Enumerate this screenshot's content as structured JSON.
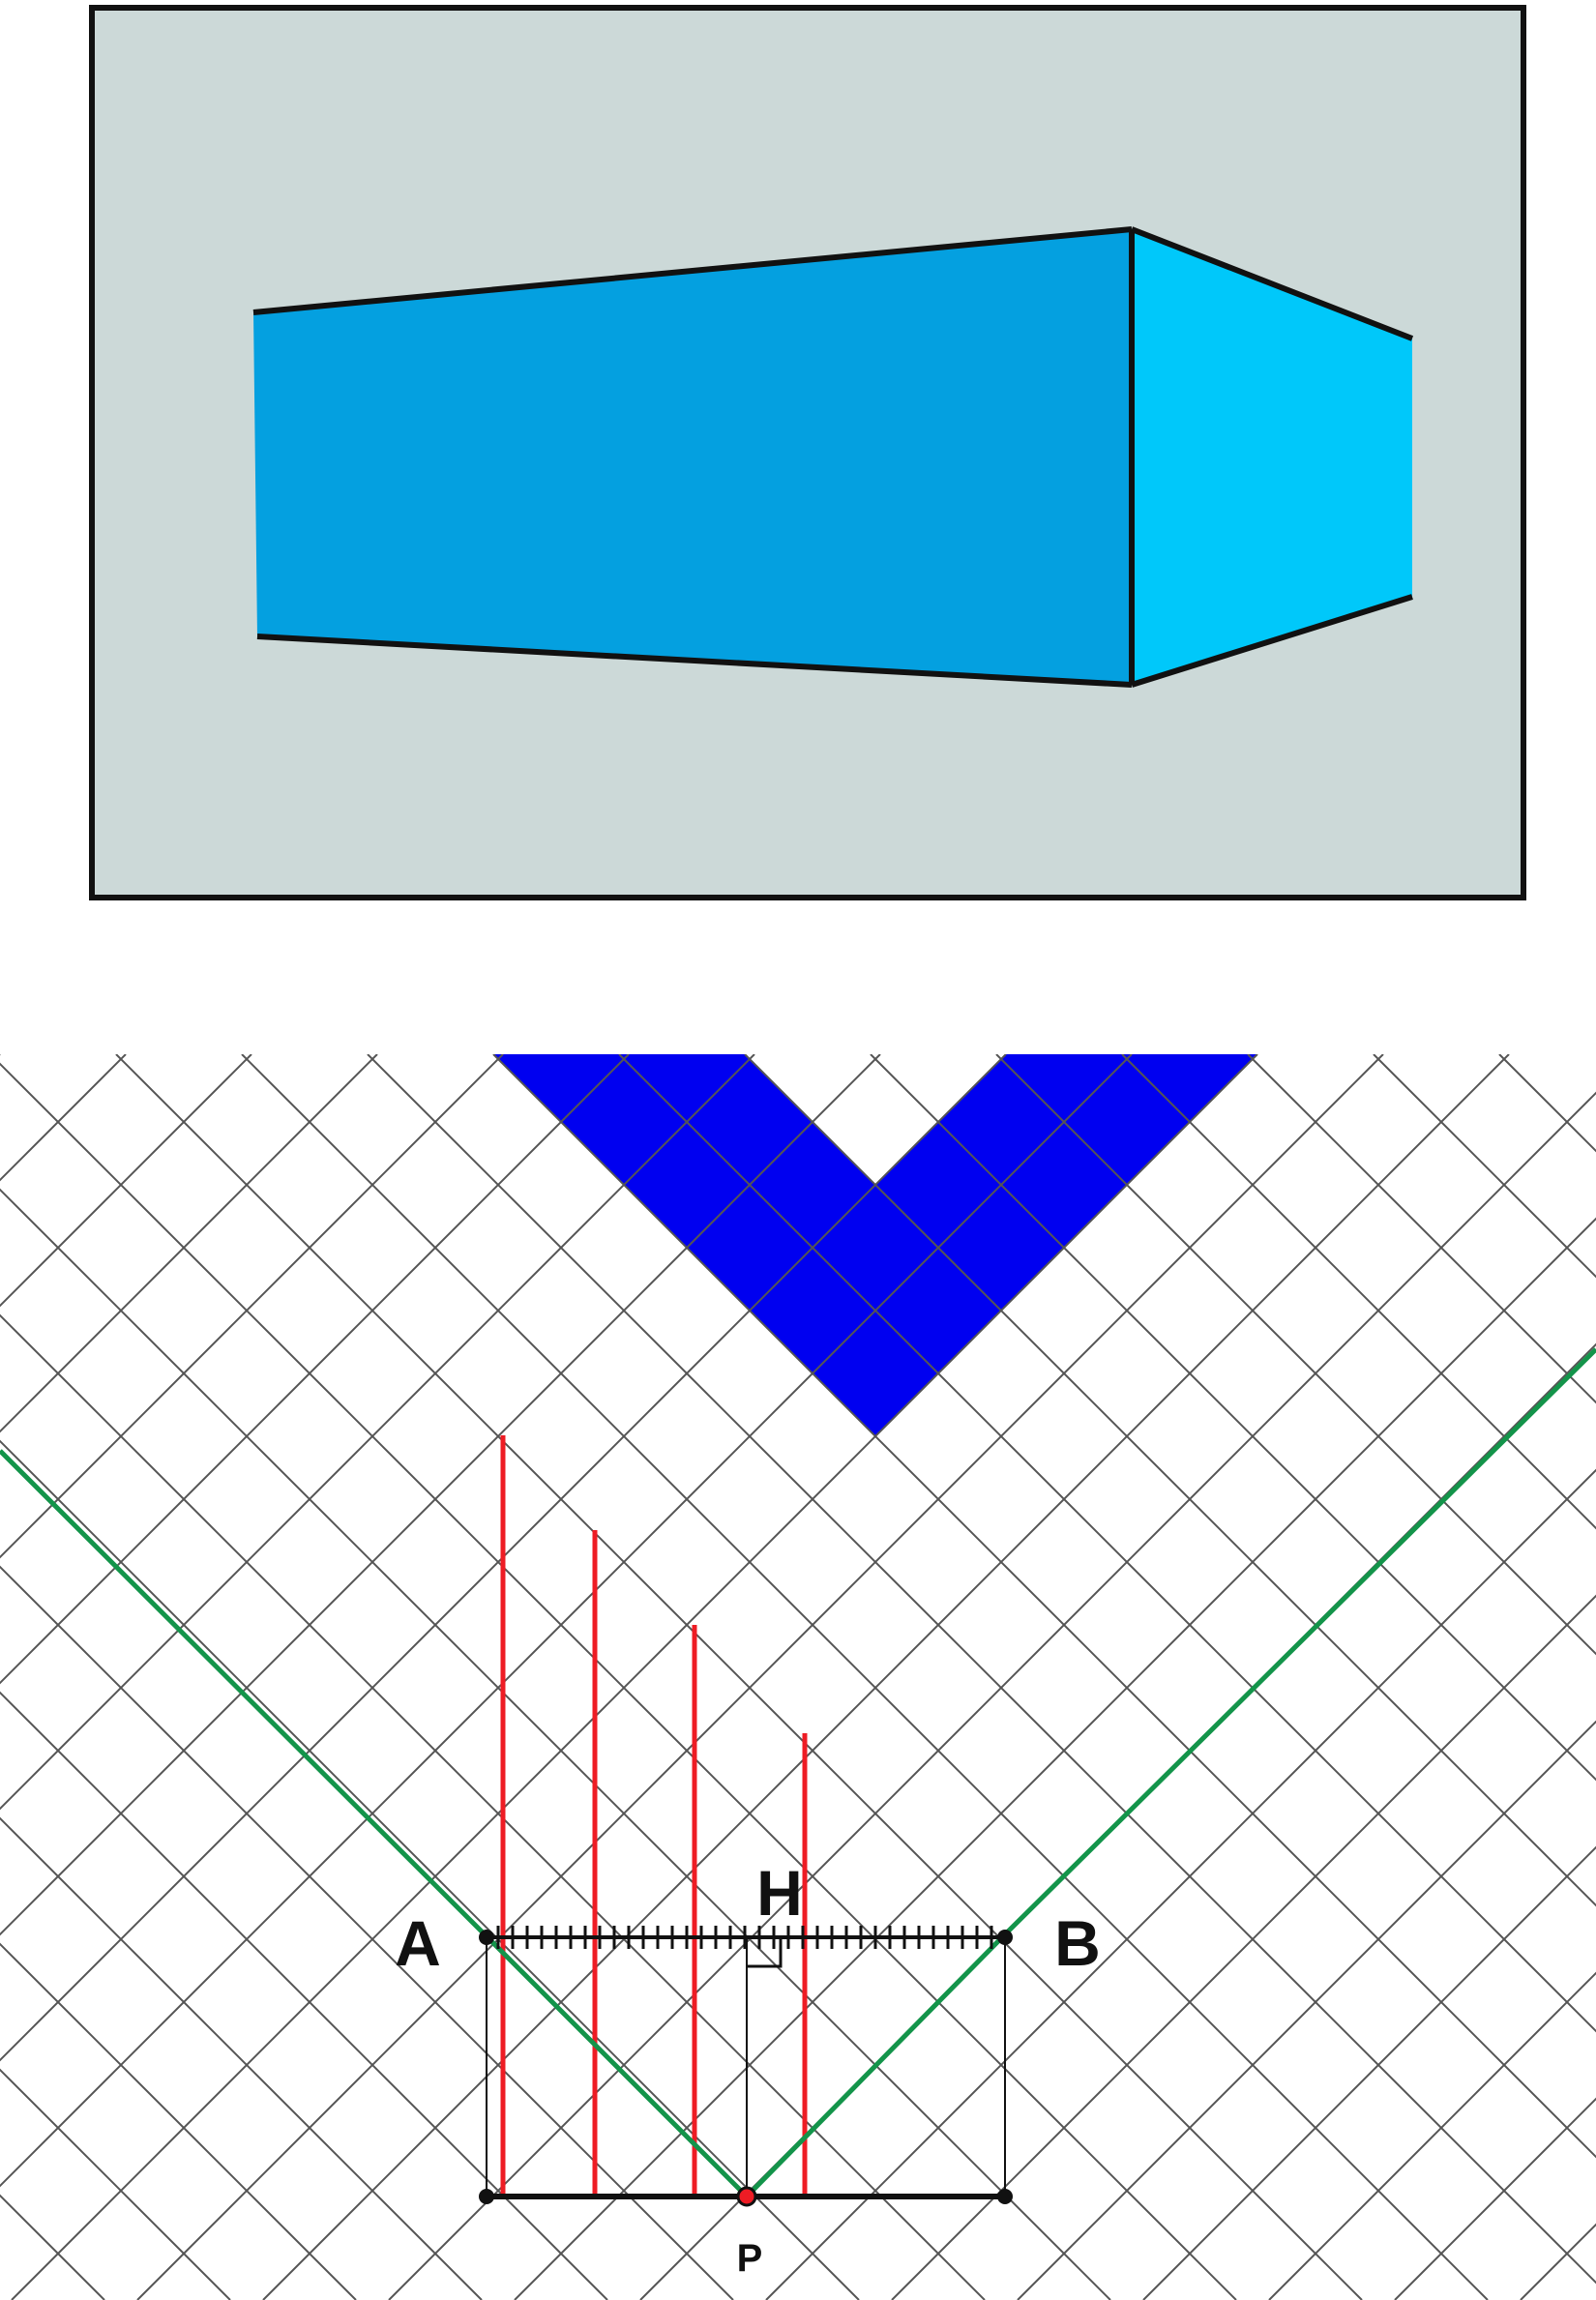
{
  "figure_top": {
    "background_color": "#ccd9d8",
    "frame_color": "#111111",
    "front_face_color": "#04a0e0",
    "side_face_color": "#00c8fa",
    "edge_color": "#111111"
  },
  "figure_bottom": {
    "grid_line_color": "#555555",
    "tile_color": "#0000f0",
    "sight_line_color": "#13944a",
    "projection_line_color": "#ee1c24",
    "construction_line_color": "#111111",
    "labels": {
      "A": "A",
      "B": "B",
      "H": "H",
      "P": "P"
    }
  }
}
